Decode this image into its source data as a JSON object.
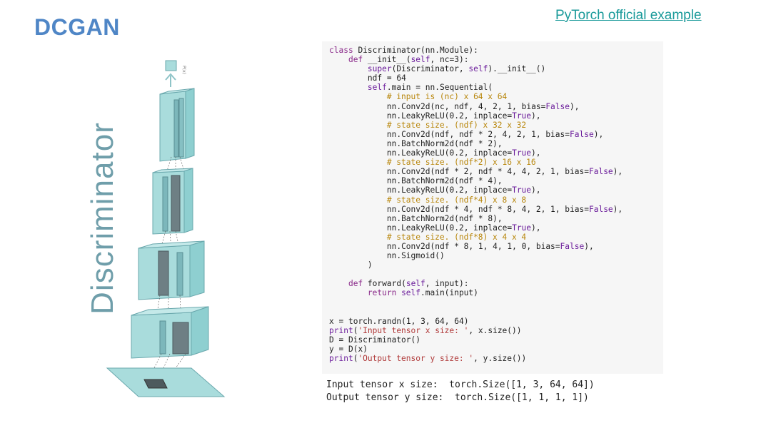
{
  "slide": {
    "title": "DCGAN",
    "link_text": "PyTorch official example",
    "diagram_label": "Discriminator",
    "diagram_output_label": "P(x)"
  },
  "code": {
    "lines": [
      "class Discriminator(nn.Module):",
      "    def __init__(self, nc=3):",
      "        super(Discriminator, self).__init__()",
      "        ndf = 64",
      "        self.main = nn.Sequential(",
      "            # input is (nc) x 64 x 64",
      "            nn.Conv2d(nc, ndf, 4, 2, 1, bias=False),",
      "            nn.LeakyReLU(0.2, inplace=True),",
      "            # state size. (ndf) x 32 x 32",
      "            nn.Conv2d(ndf, ndf * 2, 4, 2, 1, bias=False),",
      "            nn.BatchNorm2d(ndf * 2),",
      "            nn.LeakyReLU(0.2, inplace=True),",
      "            # state size. (ndf*2) x 16 x 16",
      "            nn.Conv2d(ndf * 2, ndf * 4, 4, 2, 1, bias=False),",
      "            nn.BatchNorm2d(ndf * 4),",
      "            nn.LeakyReLU(0.2, inplace=True),",
      "            # state size. (ndf*4) x 8 x 8",
      "            nn.Conv2d(ndf * 4, ndf * 8, 4, 2, 1, bias=False),",
      "            nn.BatchNorm2d(ndf * 8),",
      "            nn.LeakyReLU(0.2, inplace=True),",
      "            # state size. (ndf*8) x 4 x 4",
      "            nn.Conv2d(ndf * 8, 1, 4, 1, 0, bias=False),",
      "            nn.Sigmoid()",
      "        )",
      "",
      "    def forward(self, input):",
      "        return self.main(input)",
      "",
      "",
      "x = torch.randn(1, 3, 64, 64)",
      "print('Input tensor x size: ', x.size())",
      "D = Discriminator()",
      "y = D(x)",
      "print('Output tensor y size: ', y.size())"
    ]
  },
  "output": {
    "lines": [
      "Input tensor x size:  torch.Size([1, 3, 64, 64])",
      "Output tensor y size:  torch.Size([1, 1, 1, 1])"
    ]
  },
  "colors": {
    "title": "#4f86c6",
    "link": "#1a9a9a",
    "diagram_fill": "#a9dcdc",
    "diagram_stroke": "#6aa8ad"
  }
}
